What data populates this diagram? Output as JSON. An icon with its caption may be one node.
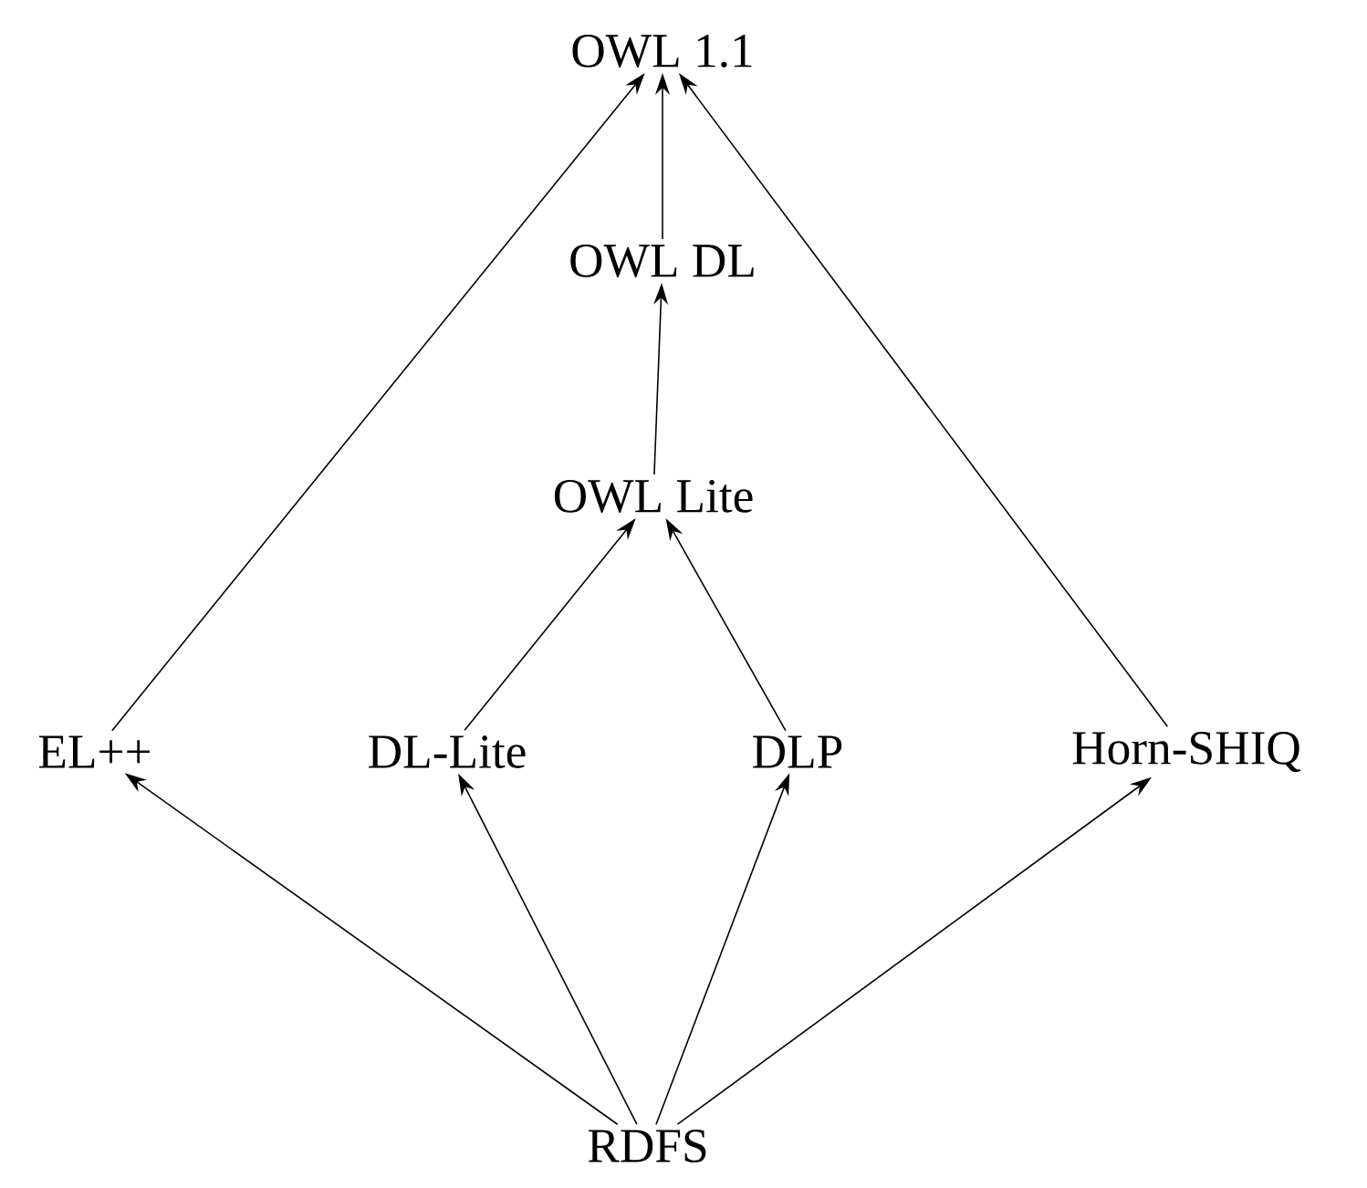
{
  "diagram": {
    "nodes": [
      {
        "text": [
          "OWL 1.1"
        ]
      },
      {
        "text": [
          "OWL DL"
        ]
      },
      {
        "text": [
          "OWL Lite"
        ]
      },
      {
        "text": [
          "EL++"
        ]
      },
      {
        "text": [
          "DL-Lite"
        ]
      },
      {
        "text": [
          "DLP"
        ]
      },
      {
        "text": [
          "Horn-SHIQ"
        ]
      },
      {
        "text": [
          "RDFS"
        ]
      }
    ],
    "edges": [
      {
        "from": 1,
        "to": 0,
        "arrow": "to"
      },
      {
        "from": 2,
        "to": 1,
        "arrow": "to"
      },
      {
        "from": 4,
        "to": 2,
        "arrow": "to"
      },
      {
        "from": 5,
        "to": 2,
        "arrow": "to"
      },
      {
        "from": 3,
        "to": 0,
        "arrow": "to"
      },
      {
        "from": 6,
        "to": 0,
        "arrow": "to"
      },
      {
        "from": 7,
        "to": 3,
        "arrow": "to"
      },
      {
        "from": 7,
        "to": 4,
        "arrow": "to"
      },
      {
        "from": 7,
        "to": 5,
        "arrow": "to"
      },
      {
        "from": 7,
        "to": 6,
        "arrow": "to"
      }
    ]
  }
}
